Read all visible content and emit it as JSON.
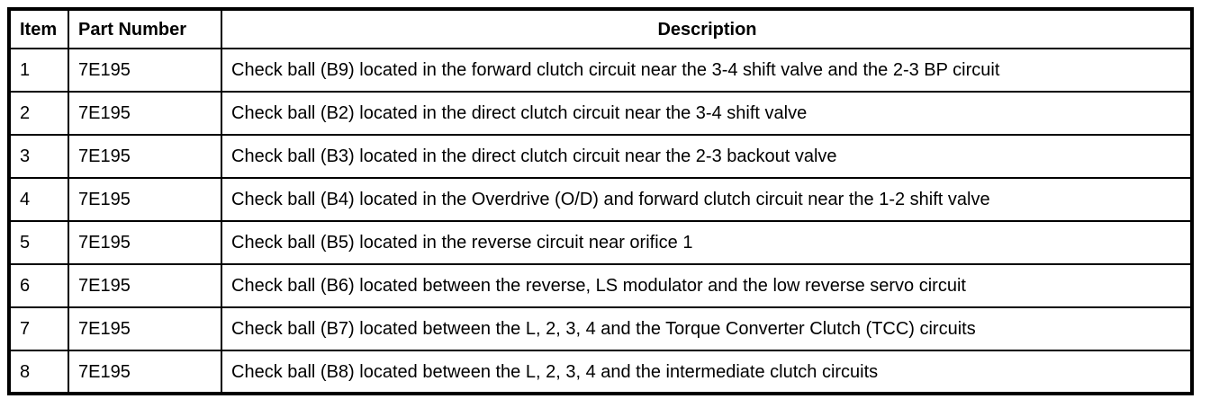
{
  "table": {
    "columns": [
      {
        "key": "item",
        "label": "Item"
      },
      {
        "key": "part_number",
        "label": "Part Number"
      },
      {
        "key": "description",
        "label": "Description"
      }
    ],
    "rows": [
      {
        "item": "1",
        "part_number": "7E195",
        "description": "Check ball (B9) located in the forward clutch circuit near the 3-4 shift valve and the 2-3 BP circuit"
      },
      {
        "item": "2",
        "part_number": "7E195",
        "description": "Check ball (B2) located in the direct clutch circuit near the 3-4 shift valve"
      },
      {
        "item": "3",
        "part_number": "7E195",
        "description": "Check ball (B3) located in the direct clutch circuit near the 2-3 backout valve"
      },
      {
        "item": "4",
        "part_number": "7E195",
        "description": "Check ball (B4) located in the Overdrive (O/D) and forward clutch circuit near the 1-2 shift valve"
      },
      {
        "item": "5",
        "part_number": "7E195",
        "description": "Check ball (B5) located in the reverse circuit near orifice 1"
      },
      {
        "item": "6",
        "part_number": "7E195",
        "description": "Check ball (B6) located between the reverse, LS modulator and the low reverse servo circuit"
      },
      {
        "item": "7",
        "part_number": "7E195",
        "description": "Check ball (B7) located between the L, 2, 3, 4 and the Torque Converter Clutch (TCC) circuits"
      },
      {
        "item": "8",
        "part_number": "7E195",
        "description": "Check ball (B8) located between the L, 2, 3, 4 and the intermediate clutch circuits"
      }
    ],
    "colors": {
      "border": "#000000",
      "text": "#000000",
      "background": "#ffffff"
    }
  }
}
